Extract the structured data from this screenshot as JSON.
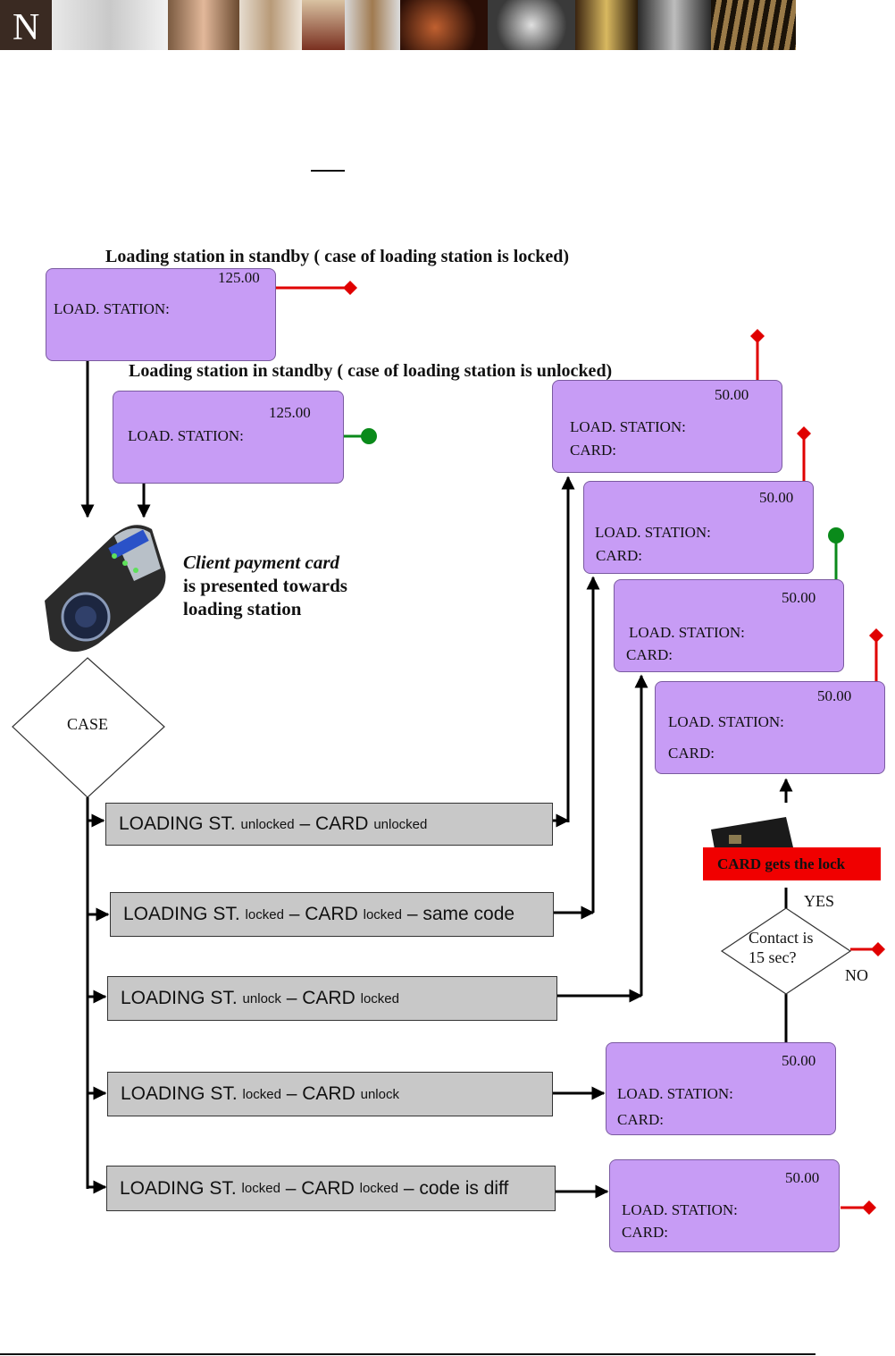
{
  "titles": {
    "locked_standby": "Loading station in standby ( case of loading station is locked)",
    "unlocked_standby": "Loading station in standby ( case of loading station is unlocked)"
  },
  "labels": {
    "load_station": "LOAD. STATION:",
    "card": "CARD:"
  },
  "amounts": {
    "locked_standby": "125.00",
    "unlocked_standby": "125.00",
    "state_a": "50.00",
    "state_b": "50.00",
    "state_c": "50.00",
    "state_d": "50.00",
    "state_e": "50.00",
    "state_f": "50.00"
  },
  "note": {
    "line1": "Client payment card",
    "line2": "is presented towards",
    "line3": "loading station"
  },
  "case_label": "CASE",
  "cases": [
    {
      "st": "LOADING ST.",
      "st_sub": "unlocked",
      "card": "– CARD",
      "card_sub": "unlocked",
      "tail": ""
    },
    {
      "st": "LOADING ST.",
      "st_sub": "locked",
      "card": "– CARD",
      "card_sub": "locked",
      "tail": "– same code"
    },
    {
      "st": "LOADING ST.",
      "st_sub": "unlock",
      "card": "– CARD",
      "card_sub": "locked",
      "tail": ""
    },
    {
      "st": "LOADING ST.",
      "st_sub": "locked",
      "card": "– CARD",
      "card_sub": "unlock",
      "tail": ""
    },
    {
      "st": "LOADING ST.",
      "st_sub": "locked",
      "card": "– CARD",
      "card_sub": "locked",
      "tail": "– code is diff"
    }
  ],
  "card_lock_banner": "CARD gets the lock",
  "decision": {
    "line1": "Contact is",
    "line2": "15 sec?",
    "yes": "YES",
    "no": "NO"
  },
  "colors": {
    "screen": "#c79cf5",
    "red": "#e00000",
    "green": "#0a8a1a",
    "grey_box": "#c8c8c8"
  }
}
